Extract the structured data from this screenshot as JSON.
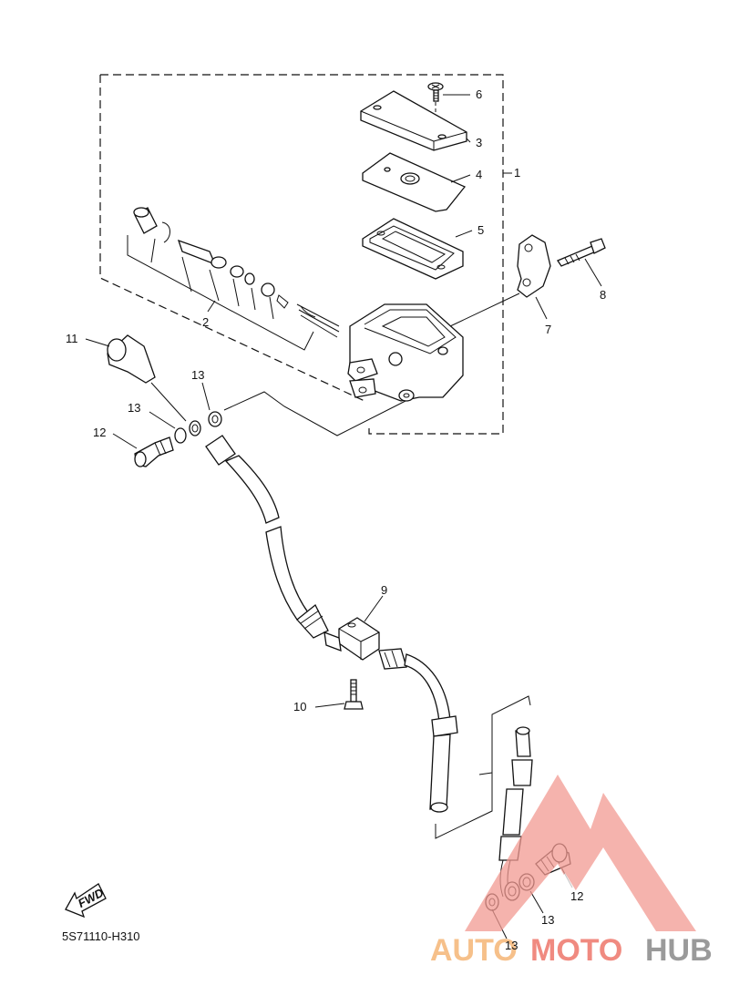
{
  "diagram": {
    "part_labels": [
      "1",
      "2",
      "3",
      "4",
      "5",
      "6",
      "7",
      "8",
      "9",
      "10",
      "11",
      "12",
      "13"
    ],
    "repeated_labels": {
      "label_12_b": "12",
      "label_13_b": "13",
      "label_13_c": "13",
      "label_13_d": "13"
    },
    "fwd_arrow_text": "FWD",
    "diagram_code": "5S71110-H310"
  },
  "watermark": {
    "text_auto": "AUTO",
    "text_moto": "MOTO",
    "text_hub": "HUB",
    "colors": {
      "auto": "#f6c08a",
      "moto": "#f08a80",
      "hub": "#9a9a9a",
      "triangle": "#f29a92"
    }
  }
}
